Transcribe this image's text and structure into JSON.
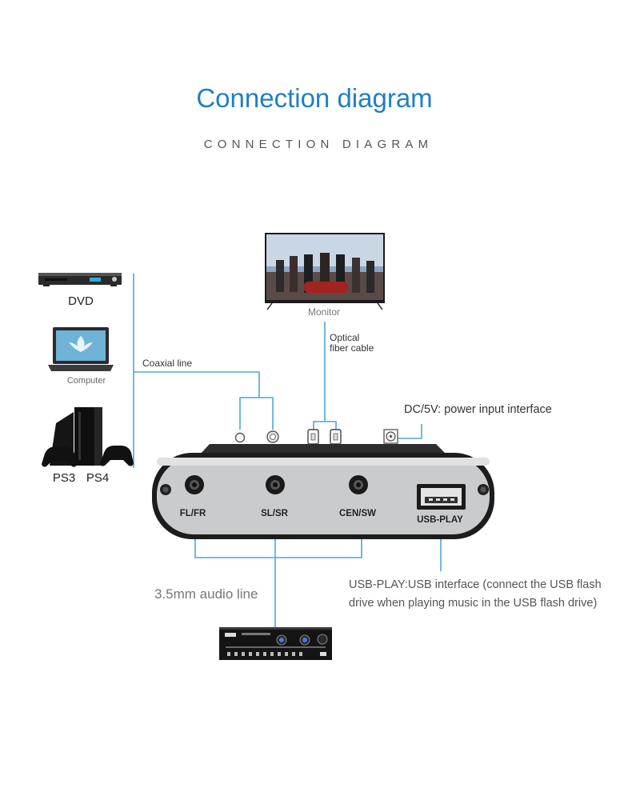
{
  "header": {
    "title": "Connection diagram",
    "subtitle": "CONNECTION DIAGRAM"
  },
  "sources": {
    "dvd_label": "DVD",
    "computer_label": "Computer",
    "ps3_label": "PS3",
    "ps4_label": "PS4"
  },
  "lines": {
    "coaxial": "Coaxial line",
    "optical_line1": "Optical",
    "optical_line2": "fiber cable",
    "audio": "3.5mm audio line"
  },
  "monitor": {
    "label": "Monitor"
  },
  "power": {
    "label": "DC/5V: power input interface"
  },
  "device_ports": {
    "flfr": "FL/FR",
    "slsr": "SL/SR",
    "censw": "CEN/SW",
    "usb": "USB-PLAY"
  },
  "usb_note": {
    "line1": "USB-PLAY:USB interface (connect the USB flash",
    "line2": "drive when playing music in the USB flash drive)"
  },
  "colors": {
    "title": "#1f7fc6",
    "connector_line": "#4aa8d8",
    "device_body": "#1c1c1c",
    "device_panel": "#c9cbcc"
  }
}
